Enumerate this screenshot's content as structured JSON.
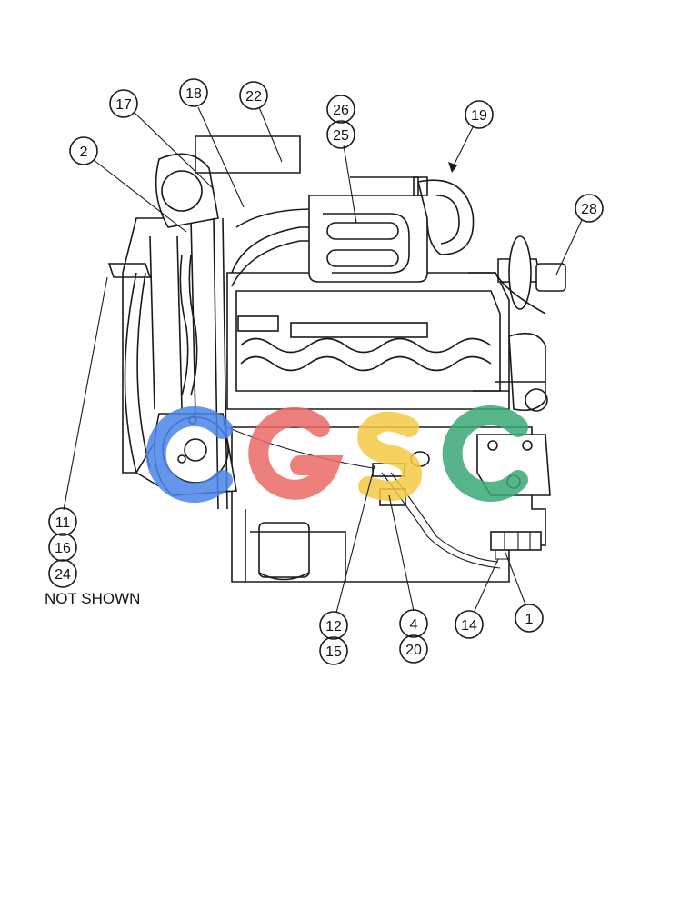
{
  "callouts": [
    {
      "id": "c17",
      "label": "17"
    },
    {
      "id": "c18",
      "label": "18"
    },
    {
      "id": "c22",
      "label": "22"
    },
    {
      "id": "c26",
      "label": "26"
    },
    {
      "id": "c25",
      "label": "25"
    },
    {
      "id": "c19",
      "label": "19"
    },
    {
      "id": "c2",
      "label": "2"
    },
    {
      "id": "c28",
      "label": "28"
    },
    {
      "id": "c11",
      "label": "11"
    },
    {
      "id": "c16",
      "label": "16"
    },
    {
      "id": "c24",
      "label": "24"
    },
    {
      "id": "c12",
      "label": "12"
    },
    {
      "id": "c15",
      "label": "15"
    },
    {
      "id": "c4",
      "label": "4"
    },
    {
      "id": "c20",
      "label": "20"
    },
    {
      "id": "c14",
      "label": "14"
    },
    {
      "id": "c1",
      "label": "1"
    }
  ],
  "note": "NOT SHOWN",
  "watermark": {
    "letters": [
      "C",
      "G",
      "S",
      "C"
    ],
    "colors": [
      "#4a86e8",
      "#ea6b66",
      "#f6c945",
      "#3aa876"
    ]
  }
}
